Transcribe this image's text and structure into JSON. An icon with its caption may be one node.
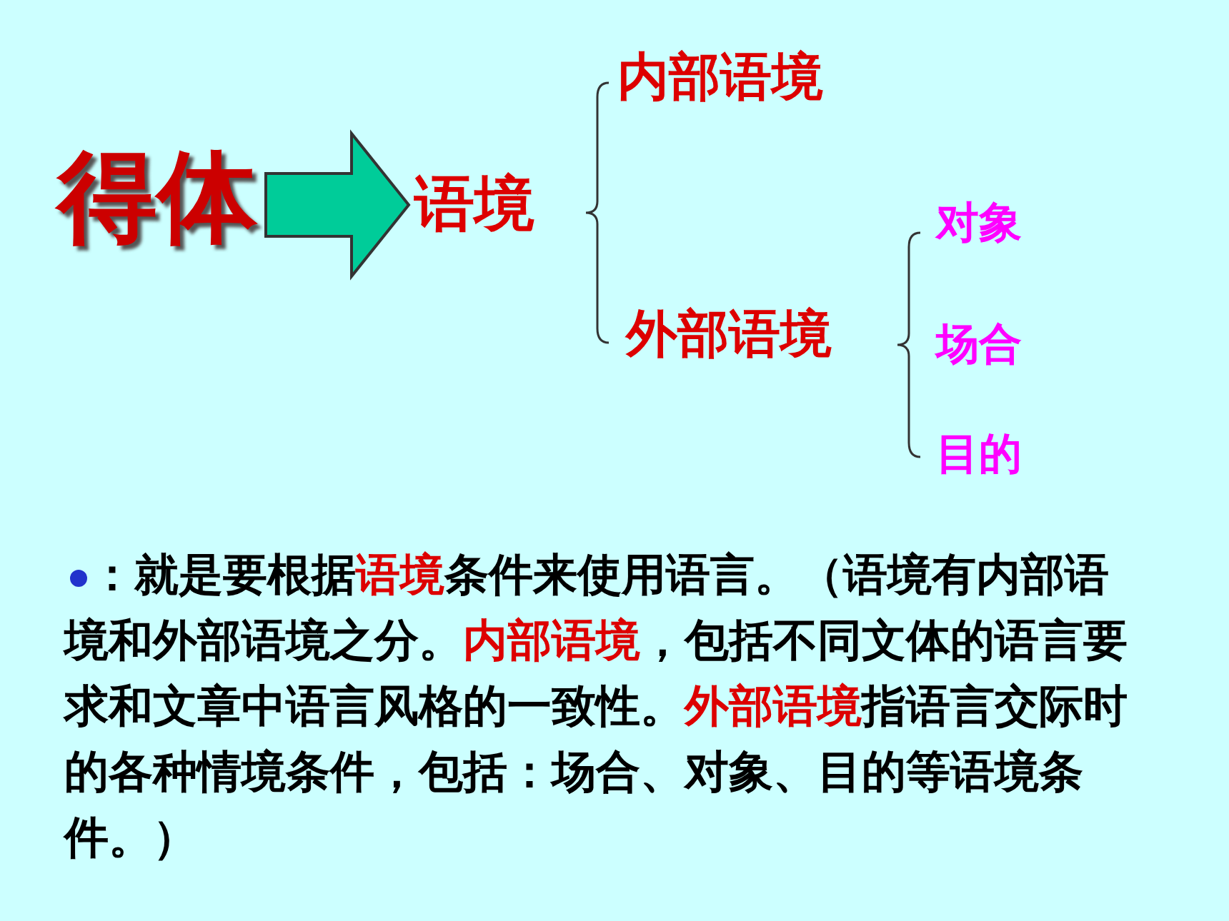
{
  "diagram": {
    "nodes": [
      {
        "text": [
          "得体"
        ]
      },
      {
        "text": [
          "语境"
        ]
      },
      {
        "text": [
          "内部语境"
        ]
      },
      {
        "text": [
          "外部语境"
        ]
      },
      {
        "text": [
          "对象"
        ]
      },
      {
        "text": [
          "场合"
        ]
      },
      {
        "text": [
          "目的"
        ]
      }
    ],
    "edges": [
      {
        "from": 0,
        "to": 1,
        "arrow": "to"
      }
    ],
    "labels": [
      "：就是要根据**语境**条件来使用语言。（语境有内部语境和外部语境之分。**内部语境**，包括不同文体的语言要求和文章中语言风格的一致性。**外部语境**指语言交际时的各种情境条件，包括：场合、对象、目的等语境条件。）"
    ]
  }
}
